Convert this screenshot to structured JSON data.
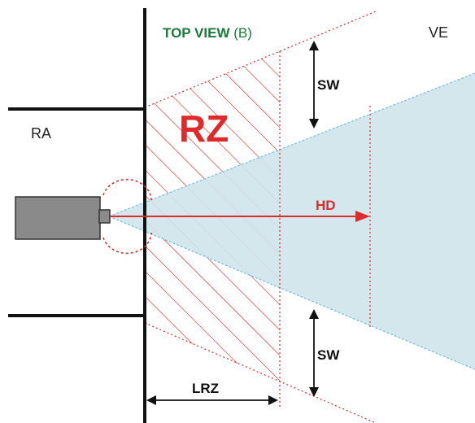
{
  "labels": {
    "view_bold": "TOP VIEW",
    "view_suffix": " (B)",
    "ve": "VE",
    "ra": "RA",
    "rz": "RZ",
    "hd": "HD",
    "sw_top": "SW",
    "sw_bottom": "SW",
    "lrz": "LRZ"
  },
  "colors": {
    "wall": "#111111",
    "fov_fill": "#cfe5ec",
    "fov_edge": "#7fc3dd",
    "red": "#e02a2a",
    "green": "#1a7a3a",
    "camera_body": "#8a8a8a",
    "text_dark": "#222222"
  },
  "icons": {
    "camera": "camera-icon"
  }
}
